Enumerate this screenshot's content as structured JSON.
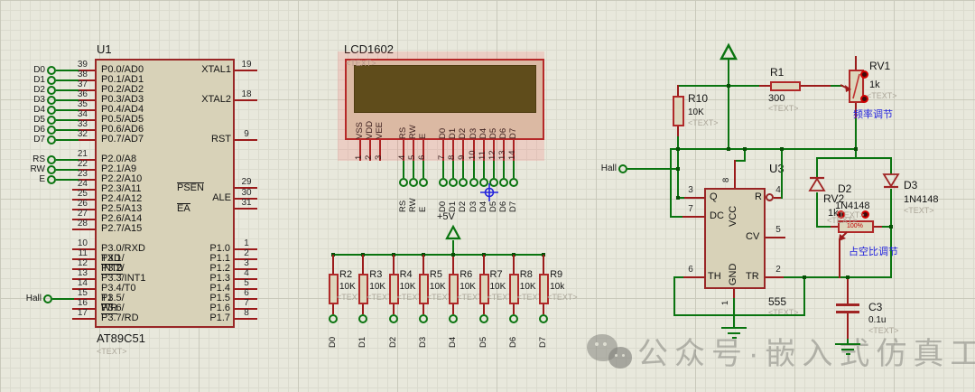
{
  "mcu": {
    "ref": "U1",
    "part": "AT89C51",
    "text_placeholder": "<TEXT>",
    "hall_label": "Hall",
    "p0_rows": [
      {
        "num": "39",
        "name": "P0.0/AD0",
        "term": "D0"
      },
      {
        "num": "38",
        "name": "P0.1/AD1",
        "term": "D1"
      },
      {
        "num": "37",
        "name": "P0.2/AD2",
        "term": "D2"
      },
      {
        "num": "36",
        "name": "P0.3/AD3",
        "term": "D3"
      },
      {
        "num": "35",
        "name": "P0.4/AD4",
        "term": "D4"
      },
      {
        "num": "34",
        "name": "P0.5/AD5",
        "term": "D5"
      },
      {
        "num": "33",
        "name": "P0.6/AD6",
        "term": "D6"
      },
      {
        "num": "32",
        "name": "P0.7/AD7",
        "term": "D7"
      }
    ],
    "p2a_rows": [
      {
        "num": "21",
        "name": "P2.0/A8",
        "term": "RS"
      },
      {
        "num": "22",
        "name": "P2.1/A9",
        "term": "RW"
      },
      {
        "num": "23",
        "name": "P2.2/A10",
        "term": "E"
      }
    ],
    "p2b_rows": [
      {
        "num": "24",
        "name": "P2.3/A11"
      },
      {
        "num": "25",
        "name": "P2.4/A12"
      },
      {
        "num": "26",
        "name": "P2.5/A13"
      },
      {
        "num": "27",
        "name": "P2.6/A14"
      },
      {
        "num": "28",
        "name": "P2.7/A15"
      }
    ],
    "p3_rows": [
      {
        "num": "10",
        "pre": "P3.0/RXD",
        "bar": ""
      },
      {
        "num": "11",
        "pre": "P3.1/",
        "bar": "TXD"
      },
      {
        "num": "12",
        "pre": "P3.2/",
        "bar": "INT0"
      },
      {
        "num": "13",
        "pre": "P3.3/INT1",
        "bar": ""
      },
      {
        "num": "14",
        "pre": "P3.4/T0",
        "bar": ""
      },
      {
        "num": "15",
        "pre": "P3.5/",
        "bar": "T1"
      },
      {
        "num": "16",
        "pre": "P3.6/",
        "bar": "WR"
      },
      {
        "num": "17",
        "pre": "P3.7/RD",
        "bar": ""
      }
    ],
    "p1_rows": [
      {
        "num": "1",
        "name": "P1.0"
      },
      {
        "num": "2",
        "name": "P1.1"
      },
      {
        "num": "3",
        "name": "P1.2"
      },
      {
        "num": "4",
        "name": "P1.3"
      },
      {
        "num": "5",
        "name": "P1.4"
      },
      {
        "num": "6",
        "name": "P1.5"
      },
      {
        "num": "7",
        "name": "P1.6"
      },
      {
        "num": "8",
        "name": "P1.7"
      }
    ],
    "right_pins": {
      "xtal1": {
        "num": "19",
        "name": "XTAL1"
      },
      "xtal2": {
        "num": "18",
        "name": "XTAL2"
      },
      "rst": {
        "num": "9",
        "name": "RST"
      },
      "psen": {
        "num": "29",
        "name": "PSEN"
      },
      "ale": {
        "num": "30",
        "name": "ALE"
      },
      "ea": {
        "num": "31",
        "name": "EA"
      }
    }
  },
  "lcd": {
    "ref": "LCD1602",
    "text_placeholder": "<TEXT>",
    "power_pins": [
      {
        "num": "1",
        "name": "VSS"
      },
      {
        "num": "2",
        "name": "VDD"
      },
      {
        "num": "3",
        "name": "VEE"
      }
    ],
    "ctrl_pins": [
      {
        "num": "4",
        "name": "RS"
      },
      {
        "num": "5",
        "name": "RW"
      },
      {
        "num": "6",
        "name": "E"
      }
    ],
    "data_pins": [
      {
        "num": "7",
        "name": "D0"
      },
      {
        "num": "8",
        "name": "D1"
      },
      {
        "num": "9",
        "name": "D2"
      },
      {
        "num": "10",
        "name": "D3"
      },
      {
        "num": "11",
        "name": "D4"
      },
      {
        "num": "12",
        "name": "D5"
      },
      {
        "num": "13",
        "name": "D6"
      },
      {
        "num": "14",
        "name": "D7"
      }
    ]
  },
  "supply": {
    "label": "+5V"
  },
  "rnet": {
    "items": [
      {
        "ref": "R2",
        "value": "10K",
        "term": "D0"
      },
      {
        "ref": "R3",
        "value": "10K",
        "term": "D1"
      },
      {
        "ref": "R4",
        "value": "10K",
        "term": "D2"
      },
      {
        "ref": "R5",
        "value": "10K",
        "term": "D3"
      },
      {
        "ref": "R6",
        "value": "10K",
        "term": "D4"
      },
      {
        "ref": "R7",
        "value": "10K",
        "term": "D5"
      },
      {
        "ref": "R8",
        "value": "10K",
        "term": "D6"
      },
      {
        "ref": "R9",
        "value": "10k",
        "term": "D7"
      }
    ],
    "text_placeholder": "<TEXT>"
  },
  "r1": {
    "ref": "R1",
    "value": "300",
    "text_placeholder": "<TEXT>"
  },
  "r10": {
    "ref": "R10",
    "value": "10K",
    "text_placeholder": "<TEXT>"
  },
  "rv1": {
    "ref": "RV1",
    "value": "1k",
    "text_placeholder": "<TEXT>",
    "note": "频率调节"
  },
  "rv2": {
    "ref": "RV2",
    "value": "1k",
    "percent": "100%",
    "text_placeholder": "<TEXT>",
    "note": "占空比调节"
  },
  "d2": {
    "ref": "D2",
    "part": "1N4148",
    "text_placeholder": "<TEXT>"
  },
  "d3": {
    "ref": "D3",
    "part": "1N4148",
    "text_placeholder": "<TEXT>"
  },
  "c3": {
    "ref": "C3",
    "value": "0.1u",
    "text_placeholder": "<TEXT>"
  },
  "timer": {
    "ref": "U3",
    "part": "555",
    "text_placeholder": "<TEXT>",
    "pins": {
      "q": {
        "num": "3",
        "name": "Q"
      },
      "dc": {
        "num": "7",
        "name": "DC"
      },
      "vcc": {
        "num": "8",
        "name": "VCC"
      },
      "r": {
        "num": "4",
        "name": "R"
      },
      "cv": {
        "num": "5",
        "name": "CV"
      },
      "tr": {
        "num": "2",
        "name": "TR"
      },
      "th": {
        "num": "6",
        "name": "TH"
      },
      "gnd": {
        "num": "1",
        "name": "GND"
      }
    }
  },
  "hall_right": {
    "label": "Hall"
  },
  "watermark": {
    "text": "公众号·嵌入式仿真工程"
  }
}
